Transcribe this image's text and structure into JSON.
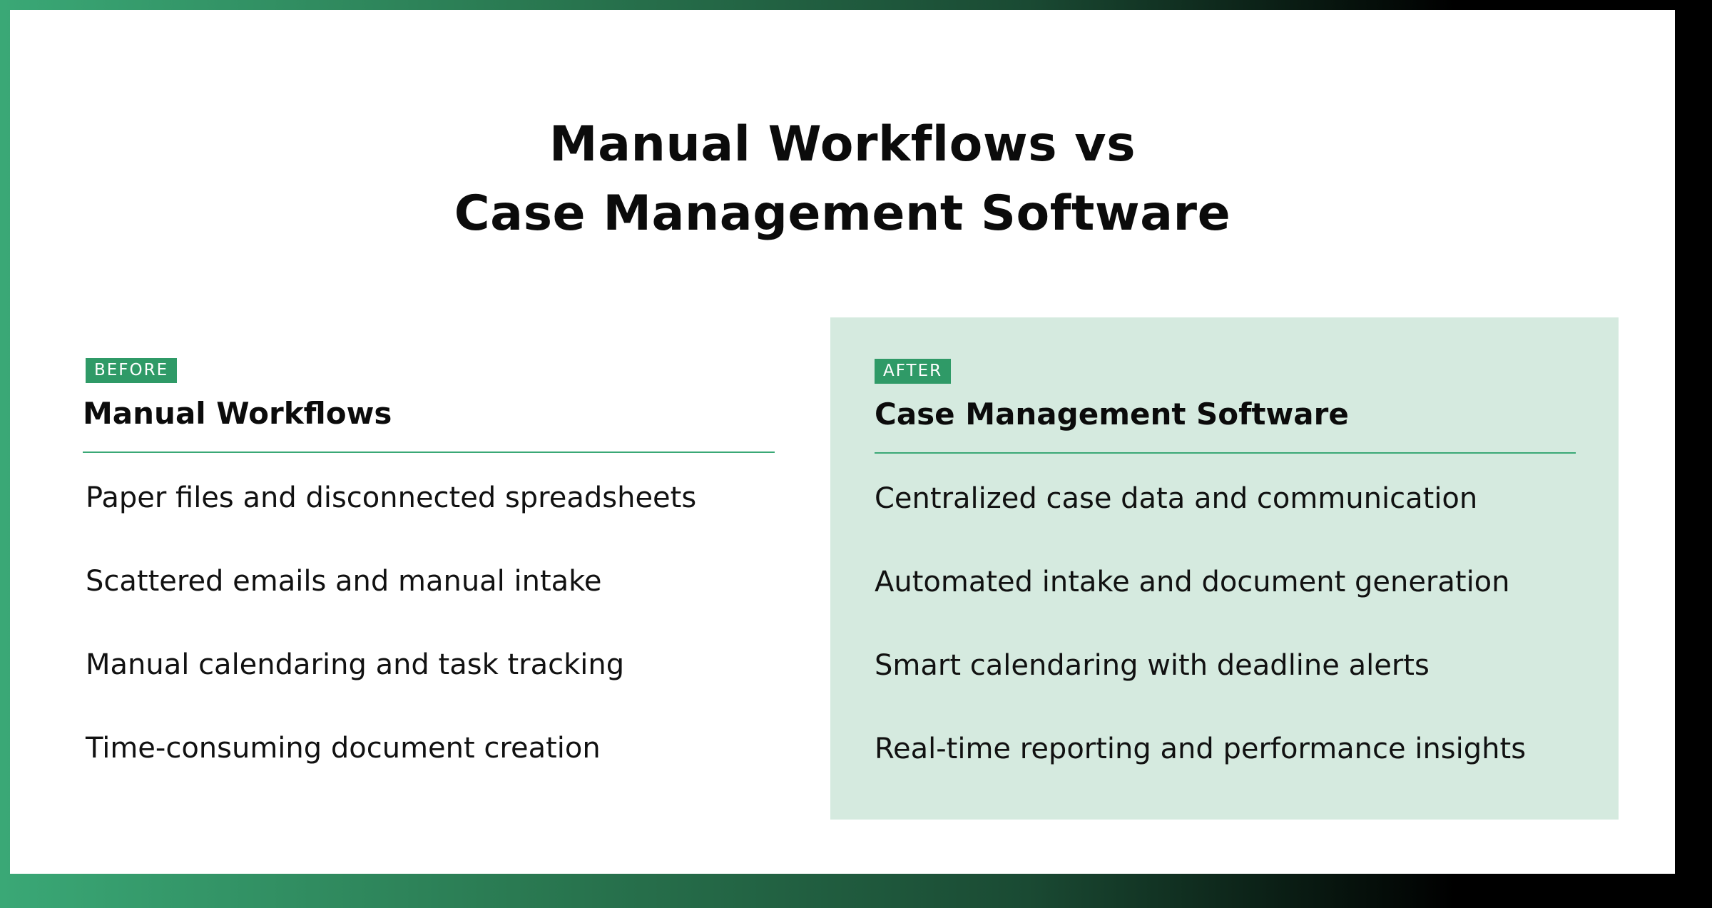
{
  "title": {
    "line1": "Manual Workflows vs",
    "line2": "Case Management Software"
  },
  "before": {
    "badge": "BEFORE",
    "heading": "Manual Workflows",
    "items": [
      "Paper files and disconnected spreadsheets",
      "Scattered emails and manual intake",
      "Manual calendaring and task tracking",
      "Time-consuming document creation"
    ]
  },
  "after": {
    "badge": "AFTER",
    "heading": "Case Management Software",
    "items": [
      "Centralized case data and communication",
      "Automated intake and document generation",
      "Smart calendaring with deadline alerts",
      "Real-time reporting and performance insights"
    ]
  },
  "colors": {
    "accent": "#2f9a67",
    "after_panel": "#d5eadf",
    "frame_start": "#3aa876",
    "frame_end": "#000000",
    "text": "#0b0b0b"
  }
}
